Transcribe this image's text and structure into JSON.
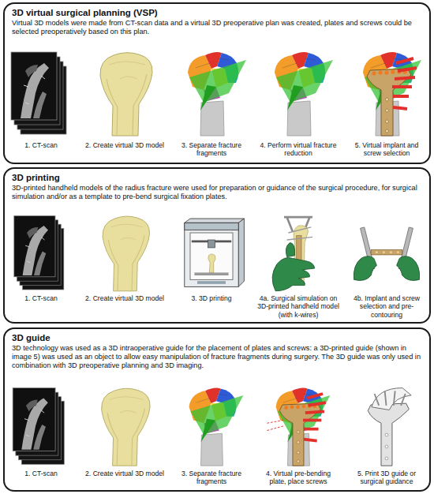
{
  "diagram": {
    "nodes": [
      {
        "text": [
          "3D virtual surgical planning (VSP)",
          "Virtual 3D models were made from CT-scan data and a virtual 3D preoperative plan was created, plates and screws could be selected preoperatively based on this plan."
        ]
      },
      {
        "text": [
          "1. CT-scan"
        ],
        "in": 0
      },
      {
        "text": [
          "2. Create virtual 3D model"
        ],
        "in": 0
      },
      {
        "text": [
          "3. Separate fracture fragments"
        ],
        "in": 0
      },
      {
        "text": [
          "4. Perform virtual fracture reduction"
        ],
        "in": 0
      },
      {
        "text": [
          "5. Virtual implant and screw selection"
        ],
        "in": 0
      },
      {
        "text": [
          "3D printing",
          "3D-printed handheld models of the radius fracture were used for preparation or guidance of the surgical procedure, for surgical simulation and/or as a template to pre-bend surgical fixation plates."
        ]
      },
      {
        "text": [
          "1. CT-scan"
        ],
        "in": 6
      },
      {
        "text": [
          "2. Create virtual 3D model"
        ],
        "in": 6
      },
      {
        "text": [
          "3. 3D printing"
        ],
        "in": 6
      },
      {
        "text": [
          "4a. Surgical simulation on 3D-printed handheld model (with k-wires)"
        ],
        "in": 6
      },
      {
        "text": [
          "4b. Implant and screw selection and pre-contouring"
        ],
        "in": 6
      },
      {
        "text": [
          "3D guide",
          "3D technology was used as a 3D intraoperative guide for the placement of plates and screws: a 3D-printed guide (shown in image 5) was used as an object to allow easy manipulation of fracture fragments during surgery. The 3D guide was only used in combination with 3D preoperative planning and 3D imaging."
        ]
      },
      {
        "text": [
          "1. CT-scan"
        ],
        "in": 12
      },
      {
        "text": [
          "2. Create virtual 3D model"
        ],
        "in": 12
      },
      {
        "text": [
          "3. Separate fracture fragments"
        ],
        "in": 12
      },
      {
        "text": [
          "4. Virtual pre-bending plate, place screws"
        ],
        "in": 12
      },
      {
        "text": [
          "5. Print 3D guide or surgical guidance"
        ],
        "in": 12
      }
    ]
  }
}
